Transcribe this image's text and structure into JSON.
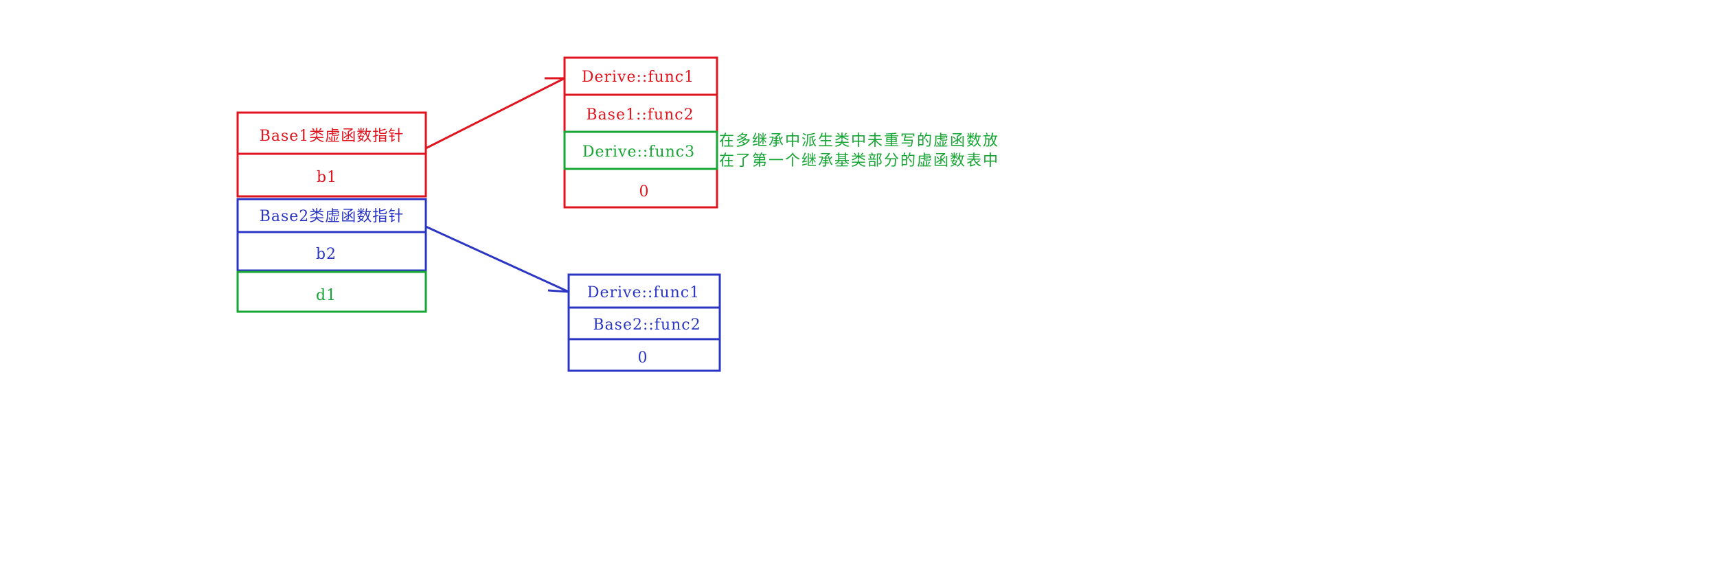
{
  "colors": {
    "red": "#e0141e",
    "blue": "#2b35c4",
    "green": "#17a534"
  },
  "object_layout": {
    "rows": [
      {
        "label": "Base1类虚函数指针",
        "color": "red"
      },
      {
        "label": "b1",
        "color": "red"
      },
      {
        "label": "Base2类虚函数指针",
        "color": "blue"
      },
      {
        "label": "b2",
        "color": "blue"
      },
      {
        "label": "d1",
        "color": "green"
      }
    ]
  },
  "vtable_base1": {
    "rows": [
      {
        "label": "Derive::func1",
        "color": "red"
      },
      {
        "label": "Base1::func2",
        "color": "red"
      },
      {
        "label": "Derive::func3",
        "color": "green"
      },
      {
        "label": "0",
        "color": "red"
      }
    ]
  },
  "vtable_base2": {
    "rows": [
      {
        "label": "Derive::func1",
        "color": "blue"
      },
      {
        "label": "Base2::func2",
        "color": "blue"
      },
      {
        "label": "0",
        "color": "blue"
      }
    ]
  },
  "note": {
    "line1": "在多继承中派生类中未重写的虚函数放",
    "line2": "在了第一个继承基类部分的虚函数表中",
    "color": "green"
  }
}
